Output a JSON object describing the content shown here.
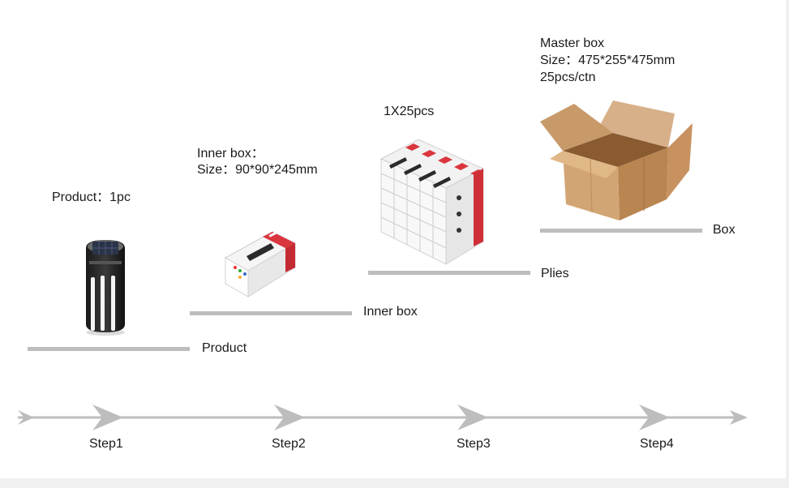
{
  "stages": {
    "product": {
      "caption": "Product：1pc",
      "label": "Product"
    },
    "inner_box": {
      "caption_line1": "Inner box：",
      "caption_line2": "Size：90*90*245mm",
      "label": "Inner box"
    },
    "plies": {
      "caption": "1X25pcs",
      "label": "Plies"
    },
    "box": {
      "caption_line1": "Master box",
      "caption_line2": "Size：475*255*475mm",
      "caption_line3": "25pcs/ctn",
      "label": "Box"
    }
  },
  "steps": [
    "Step1",
    "Step2",
    "Step3",
    "Step4"
  ],
  "colors": {
    "bar": "#bdbdbd",
    "arrow": "#bdbdbd",
    "carton": "#c9a072",
    "carton_dark": "#a9784a",
    "package_red": "#d9363e"
  }
}
